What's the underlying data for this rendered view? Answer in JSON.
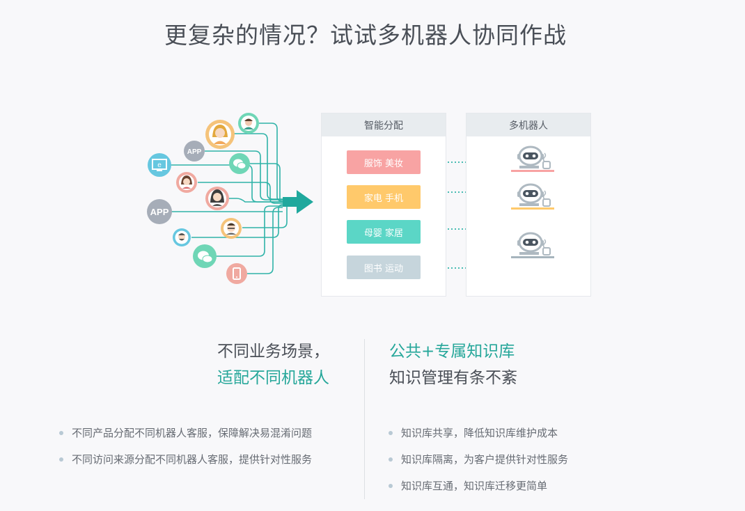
{
  "title": "更复杂的情况？试试多机器人协同作战",
  "diagram": {
    "sources": [
      {
        "type": "avatar",
        "icon": "woman-teal-avatar-icon",
        "color": "#6fd6b6"
      },
      {
        "type": "avatar",
        "icon": "woman-yellow-avatar-icon",
        "color": "#f5c37a"
      },
      {
        "type": "app",
        "label": "APP",
        "color": "#a6adb8"
      },
      {
        "type": "browser",
        "icon": "ie-browser-icon",
        "color": "#66c7e0"
      },
      {
        "type": "wechat",
        "icon": "wechat-icon",
        "color": "#6fd6b6"
      },
      {
        "type": "avatar",
        "icon": "woman-brown-avatar-icon",
        "color": "#f0a9a0"
      },
      {
        "type": "avatar",
        "icon": "man-dark-avatar-icon",
        "color": "#f0a9a0"
      },
      {
        "type": "app",
        "label": "APP",
        "color": "#a6adb8"
      },
      {
        "type": "avatar",
        "icon": "man-glasses-avatar-icon",
        "color": "#f5c37a"
      },
      {
        "type": "avatar",
        "icon": "man-beard-avatar-icon",
        "color": "#66c7e0"
      },
      {
        "type": "wechat",
        "icon": "wechat-icon",
        "color": "#6fd6b6"
      },
      {
        "type": "phone",
        "icon": "mobile-phone-icon",
        "color": "#f0a9a0"
      }
    ],
    "distribution_title": "智能分配",
    "robots_title": "多机器人",
    "categories": [
      {
        "label": "服饰 美妆",
        "color": "#f8a3a3"
      },
      {
        "label": "家电 手机",
        "color": "#ffc96b"
      },
      {
        "label": "母婴 家居",
        "color": "#5bd6c6"
      },
      {
        "label": "图书 运动",
        "color": "#c6d5dc"
      }
    ],
    "robot_colors": [
      "#f8a3a3",
      "#ffc96b",
      "#a6b4bd"
    ]
  },
  "left": {
    "heading_line1": "不同业务场景，",
    "heading_line2": "适配不同机器人",
    "bullets": [
      "不同产品分配不同机器人客服，保障解决易混淆问题",
      "不同访问来源分配不同机器人客服，提供针对性服务"
    ]
  },
  "right": {
    "heading_line1": "公共+专属知识库",
    "heading_line2": "知识管理有条不紊",
    "bullets": [
      "知识库共享，降低知识库维护成本",
      "知识库隔离，为客户提供针对性服务",
      "知识库互通，知识库迁移更简单"
    ]
  }
}
